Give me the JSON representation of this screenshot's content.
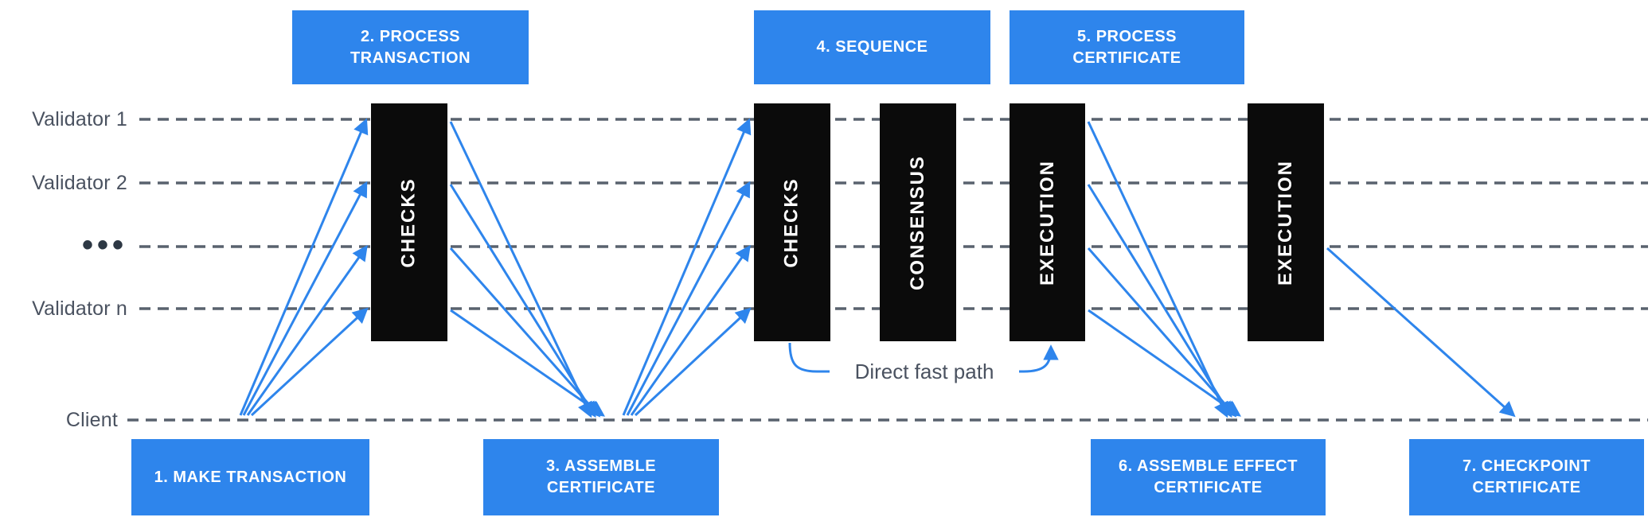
{
  "title": "Transaction lifecycle diagram",
  "colors": {
    "accent_blue": "#2e85ec",
    "stage_black": "#0b0b0b",
    "lane_line_gray": "#59626e",
    "label_slate": "#4a5260",
    "background": "#ffffff",
    "box_text": "#ffffff"
  },
  "lanes": [
    {
      "label": "Validator 1"
    },
    {
      "label": "Validator 2"
    },
    {
      "label": "•••"
    },
    {
      "label": "Validator n"
    },
    {
      "label": "Client"
    }
  ],
  "phases_top": [
    {
      "label": "2. PROCESS TRANSACTION"
    },
    {
      "label": "4. SEQUENCE"
    },
    {
      "label": "5. PROCESS CERTIFICATE"
    }
  ],
  "phases_bottom": [
    {
      "label": "1. MAKE TRANSACTION"
    },
    {
      "label": "3. ASSEMBLE CERTIFICATE"
    },
    {
      "label": "6. ASSEMBLE EFFECT CERTIFICATE"
    },
    {
      "label": "7. CHECKPOINT CERTIFICATE"
    }
  ],
  "stages": [
    {
      "label": "CHECKS"
    },
    {
      "label": "CHECKS"
    },
    {
      "label": "CONSENSUS"
    },
    {
      "label": "EXECUTION"
    },
    {
      "label": "EXECUTION"
    }
  ],
  "annotations": {
    "fast_path": "Direct fast path"
  }
}
